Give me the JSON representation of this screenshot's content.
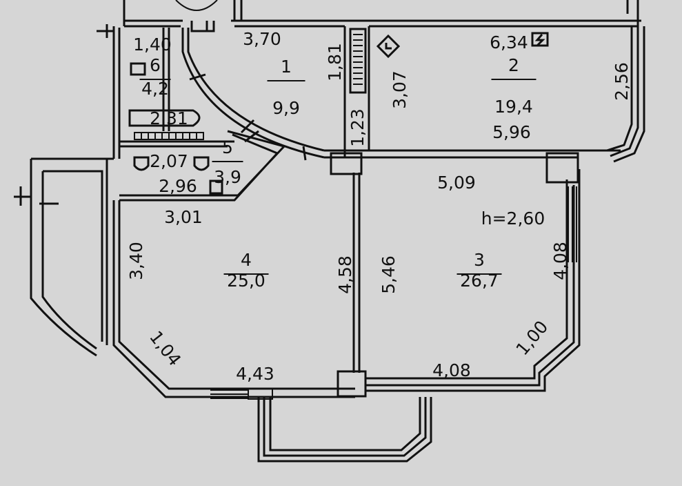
{
  "palette": {
    "paper": "#d6d6d6",
    "ink": "#111111"
  },
  "rooms": [
    {
      "id": "r1",
      "number": "1",
      "area": "9,9"
    },
    {
      "id": "r2",
      "number": "2",
      "area": "19,4"
    },
    {
      "id": "r3",
      "number": "3",
      "area": "26,7"
    },
    {
      "id": "r4",
      "number": "4",
      "area": "25,0"
    },
    {
      "id": "r5",
      "number": "5",
      "area": "3,9"
    },
    {
      "id": "r6",
      "number": "6",
      "area": "4,2"
    }
  ],
  "ceiling_height": "h=2,60",
  "dimensions": {
    "r6_top": "1,40",
    "r6_bath": "2,31",
    "r1_top": "3,70",
    "r1_right": "1,81",
    "r1_right_low": "1,23",
    "r2_left": "3,07",
    "r2_top": "6,34",
    "r2_right": "2,56",
    "r2_bottom": "5,96",
    "r5_top": "2,07",
    "r5_bottom": "2,96",
    "r4_top": "3,01",
    "r4_left": "3,40",
    "r4_corner": "1,04",
    "r4_bottom": "4,43",
    "r4_right": "4,58",
    "r3_top": "5,09",
    "r3_left": "5,46",
    "r3_right": "4,08",
    "r3_corner": "1,00",
    "r3_bottom": "4,08"
  }
}
